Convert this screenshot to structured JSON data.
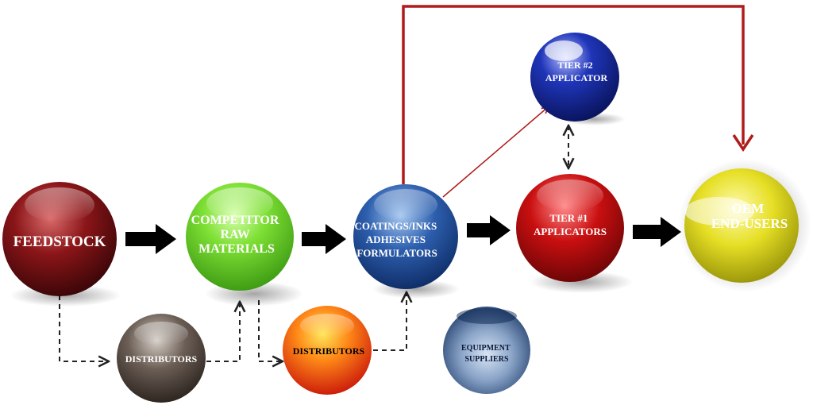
{
  "nodes": {
    "feedstock": {
      "lines": [
        "FEEDSTOCK"
      ],
      "color": "#8a1518"
    },
    "competitor": {
      "lines": [
        "COMPETITOR",
        "RAW",
        "MATERIALS"
      ],
      "color": "#6ed22a"
    },
    "coatings": {
      "lines": [
        "COATINGS/INKS",
        "ADHESIVES",
        "FORMULATORS"
      ],
      "color": "#2d5fae"
    },
    "tier1": {
      "lines": [
        "TIER #1",
        "APPLICATORS"
      ],
      "color": "#c90f10"
    },
    "oem": {
      "lines": [
        "OEM",
        "END-USERS"
      ],
      "color": "#d9d21a"
    },
    "tier2": {
      "lines": [
        "TIER #2",
        "APPLICATOR"
      ],
      "color": "#1f35b8"
    },
    "distributors_a": {
      "lines": [
        "DISTRIBUTORS"
      ],
      "color": "#6b5e55"
    },
    "distributors_b": {
      "lines": [
        "DISTRIBUTORS"
      ],
      "color": "#f03a10"
    },
    "equipment": {
      "lines": [
        "EQUIPMENT",
        "SUPPLIERS"
      ],
      "color": "#3a5a8c"
    }
  },
  "colors": {
    "flow_arrow": "#000000",
    "feedback_line": "#b01c1c",
    "dashed_link": "#222222"
  }
}
